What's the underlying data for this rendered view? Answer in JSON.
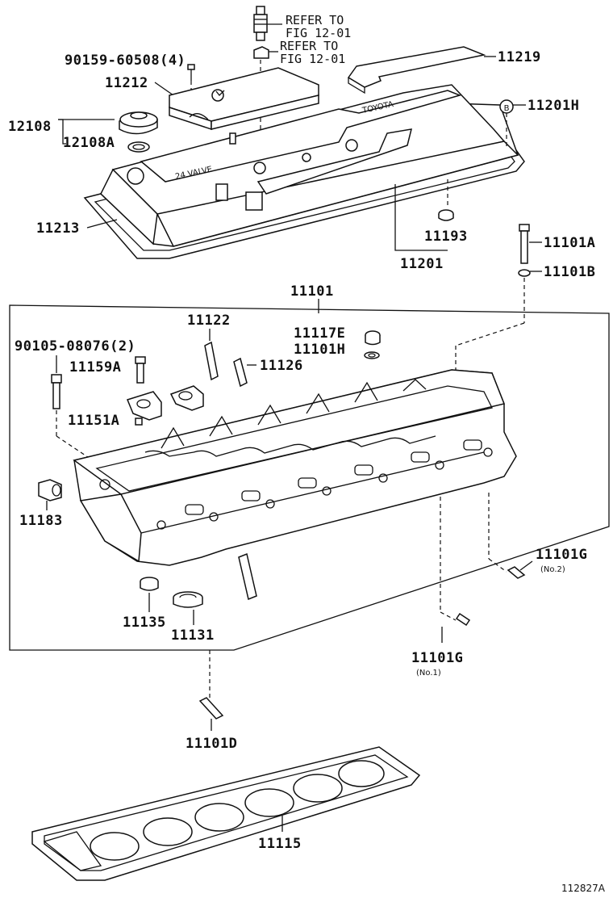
{
  "diagram": {
    "ref_label_1": "REFER TO",
    "ref_fig_1": "FIG 12-01",
    "ref_label_2": "REFER TO",
    "ref_fig_2": "FIG 12-01",
    "cover_text": "TOYOTA",
    "cover_text_2": "24 VALVE",
    "labels": {
      "p90159": "90159-60508(4)",
      "p11212": "11212",
      "p11219": "11219",
      "p12108": "12108",
      "p12108A": "12108A",
      "p11201H": "11201H",
      "pB": "B",
      "p11213": "11213",
      "p11193": "11193",
      "p11201": "11201",
      "p11101A": "11101A",
      "p11101B": "11101B",
      "p11101": "11101",
      "p11122": "11122",
      "p11117E": "11117E",
      "p11101H": "11101H",
      "p90105": "90105-08076(2)",
      "p11159A": "11159A",
      "p11126": "11126",
      "p11151A": "11151A",
      "p11183": "11183",
      "p11101G_2": "11101G",
      "no2": "(No.2)",
      "p11135": "11135",
      "p11131": "11131",
      "p11101G_1": "11101G",
      "no1": "(No.1)",
      "p11101D": "11101D",
      "p11115": "11115"
    },
    "figure_id": "112827A"
  }
}
